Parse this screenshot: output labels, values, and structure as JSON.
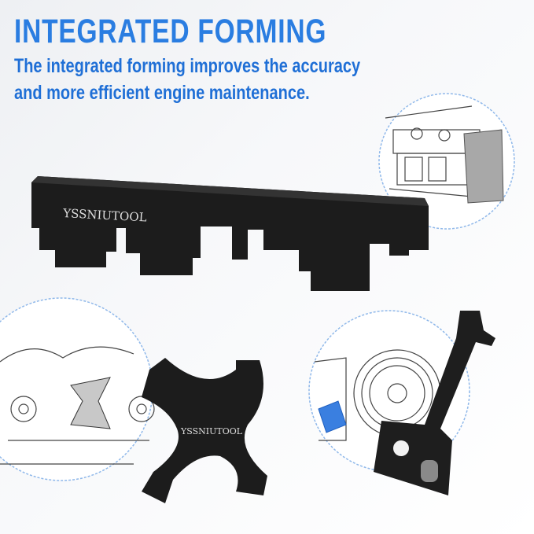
{
  "header": {
    "title": "INTEGRATED FORMING",
    "subtitle_lines": [
      "The integrated forming improves the accuracy",
      "and more efficient engine maintenance."
    ]
  },
  "product": {
    "brand": "YSSNIUTOOL"
  },
  "colors": {
    "accent": "#2a7de1",
    "tool": "#1b1b1b",
    "inset_border": "#8fb8ea",
    "highlight_part": "#3a7fe0"
  }
}
